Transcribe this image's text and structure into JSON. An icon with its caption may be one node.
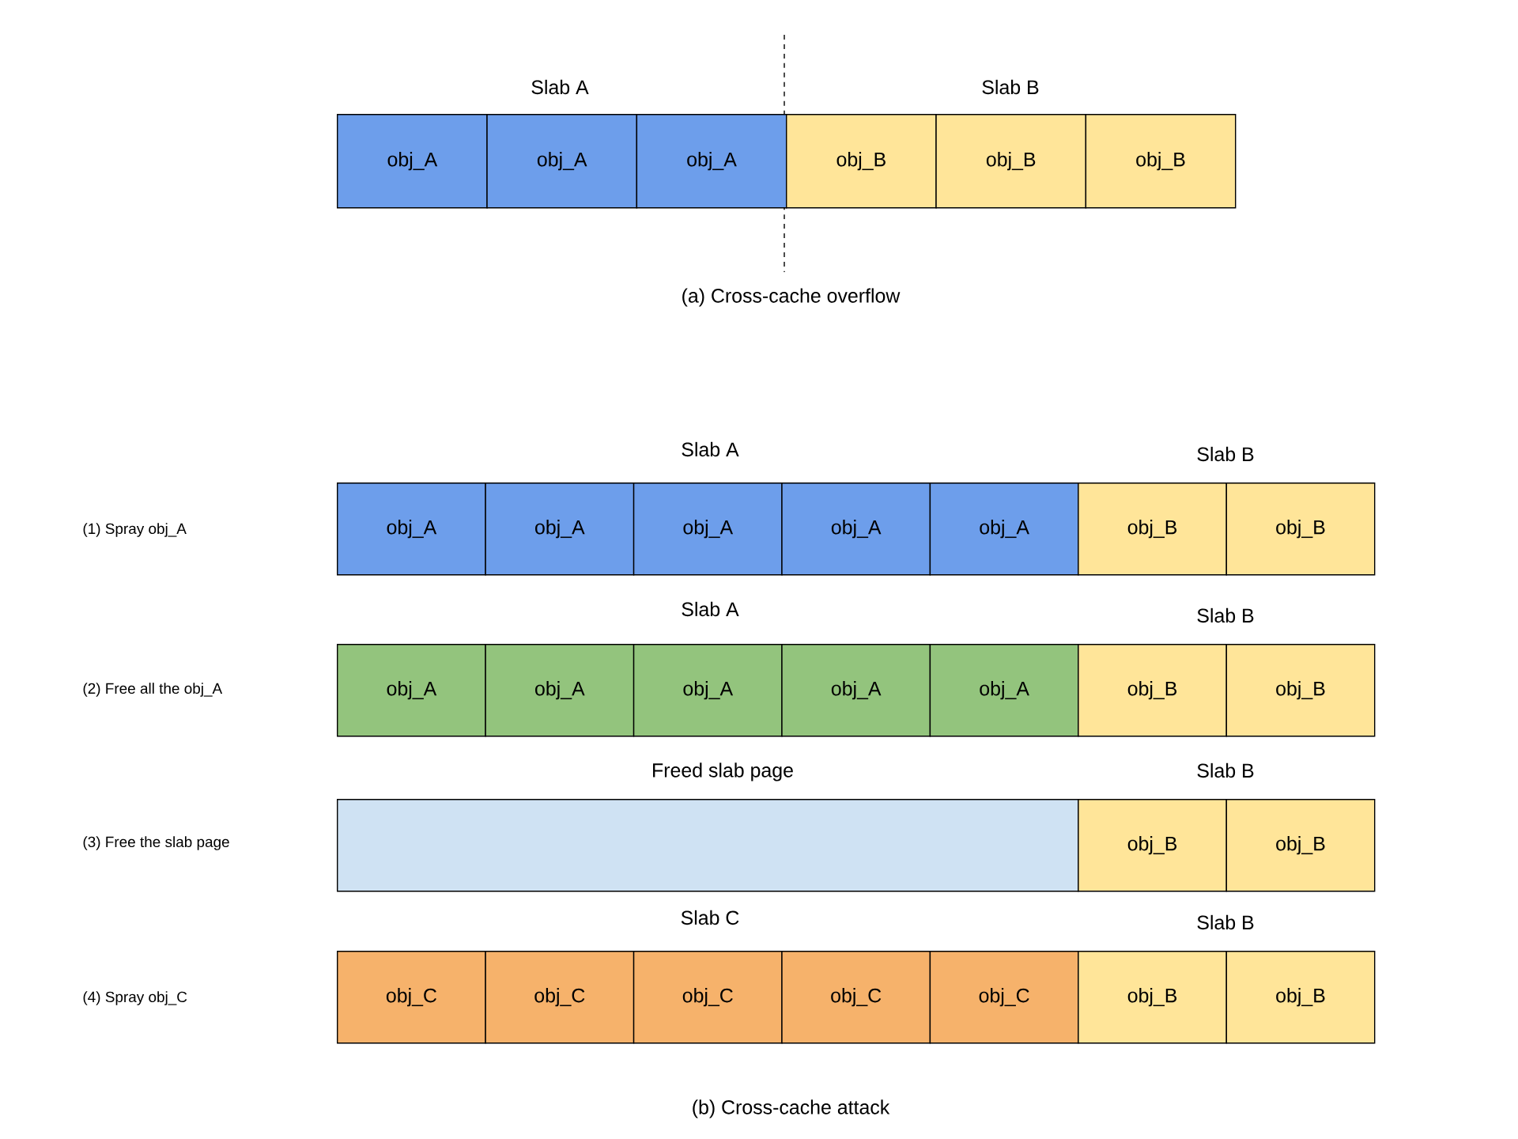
{
  "diagram": {
    "nodes": [
      {
        "text": [
          "obj_A"
        ]
      },
      {
        "text": [
          "obj_A"
        ]
      },
      {
        "text": [
          "obj_A"
        ]
      },
      {
        "text": [
          "obj_B"
        ]
      },
      {
        "text": [
          "obj_B"
        ]
      },
      {
        "text": [
          "obj_B"
        ]
      },
      {
        "text": [
          "obj_A"
        ]
      },
      {
        "text": [
          "obj_A"
        ]
      },
      {
        "text": [
          "obj_A"
        ]
      },
      {
        "text": [
          "obj_A"
        ]
      },
      {
        "text": [
          "obj_A"
        ]
      },
      {
        "text": [
          "obj_B"
        ]
      },
      {
        "text": [
          "obj_B"
        ]
      },
      {
        "text": [
          "obj_A"
        ]
      },
      {
        "text": [
          "obj_A"
        ]
      },
      {
        "text": [
          "obj_A"
        ]
      },
      {
        "text": [
          "obj_A"
        ]
      },
      {
        "text": [
          "obj_A"
        ]
      },
      {
        "text": [
          "obj_B"
        ]
      },
      {
        "text": [
          "obj_B"
        ]
      },
      {
        "text": [],
        "shape": "box"
      },
      {
        "text": [
          "obj_B"
        ]
      },
      {
        "text": [
          "obj_B"
        ]
      },
      {
        "text": [
          "obj_C"
        ]
      },
      {
        "text": [
          "obj_C"
        ]
      },
      {
        "text": [
          "obj_C"
        ]
      },
      {
        "text": [
          "obj_C"
        ]
      },
      {
        "text": [
          "obj_C"
        ]
      },
      {
        "text": [
          "obj_B"
        ]
      },
      {
        "text": [
          "obj_B"
        ]
      }
    ],
    "labels": [
      "Slab A",
      "Slab B",
      "(a) Cross-cache overflow",
      "Slab A",
      "Slab B",
      "(1) Spray obj_A",
      "Slab A",
      "Slab B",
      "(2) Free all the obj_A",
      "Freed slab page",
      "Slab B",
      "(3) Free the slab page",
      "Slab C",
      "Slab B",
      "(4) Spray obj_C",
      "(b) Cross-cache attack"
    ]
  }
}
